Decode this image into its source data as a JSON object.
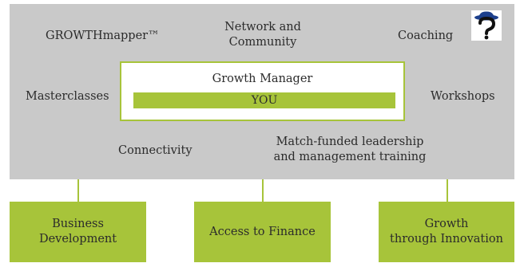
{
  "colors": {
    "panel_gray": "#c9c9c9",
    "accent_green": "#a7c43a",
    "text": "#2b2b2b"
  },
  "outer": {
    "growthmapper": "GROWTHmapper™",
    "network_line1": "Network and",
    "network_line2": "Community",
    "coaching": "Coaching",
    "masterclasses": "Masterclasses",
    "workshops": "Workshops",
    "connectivity": "Connectivity",
    "matchfunded_line1": "Match-funded leadership",
    "matchfunded_line2": "and management training"
  },
  "center": {
    "title": "Growth Manager",
    "you": "YOU"
  },
  "logo_icon": "question-mark-hat-logo",
  "outcomes": {
    "business_line1": "Business",
    "business_line2": "Development",
    "finance": "Access to Finance",
    "innovation_line1": "Growth",
    "innovation_line2": "through Innovation"
  }
}
